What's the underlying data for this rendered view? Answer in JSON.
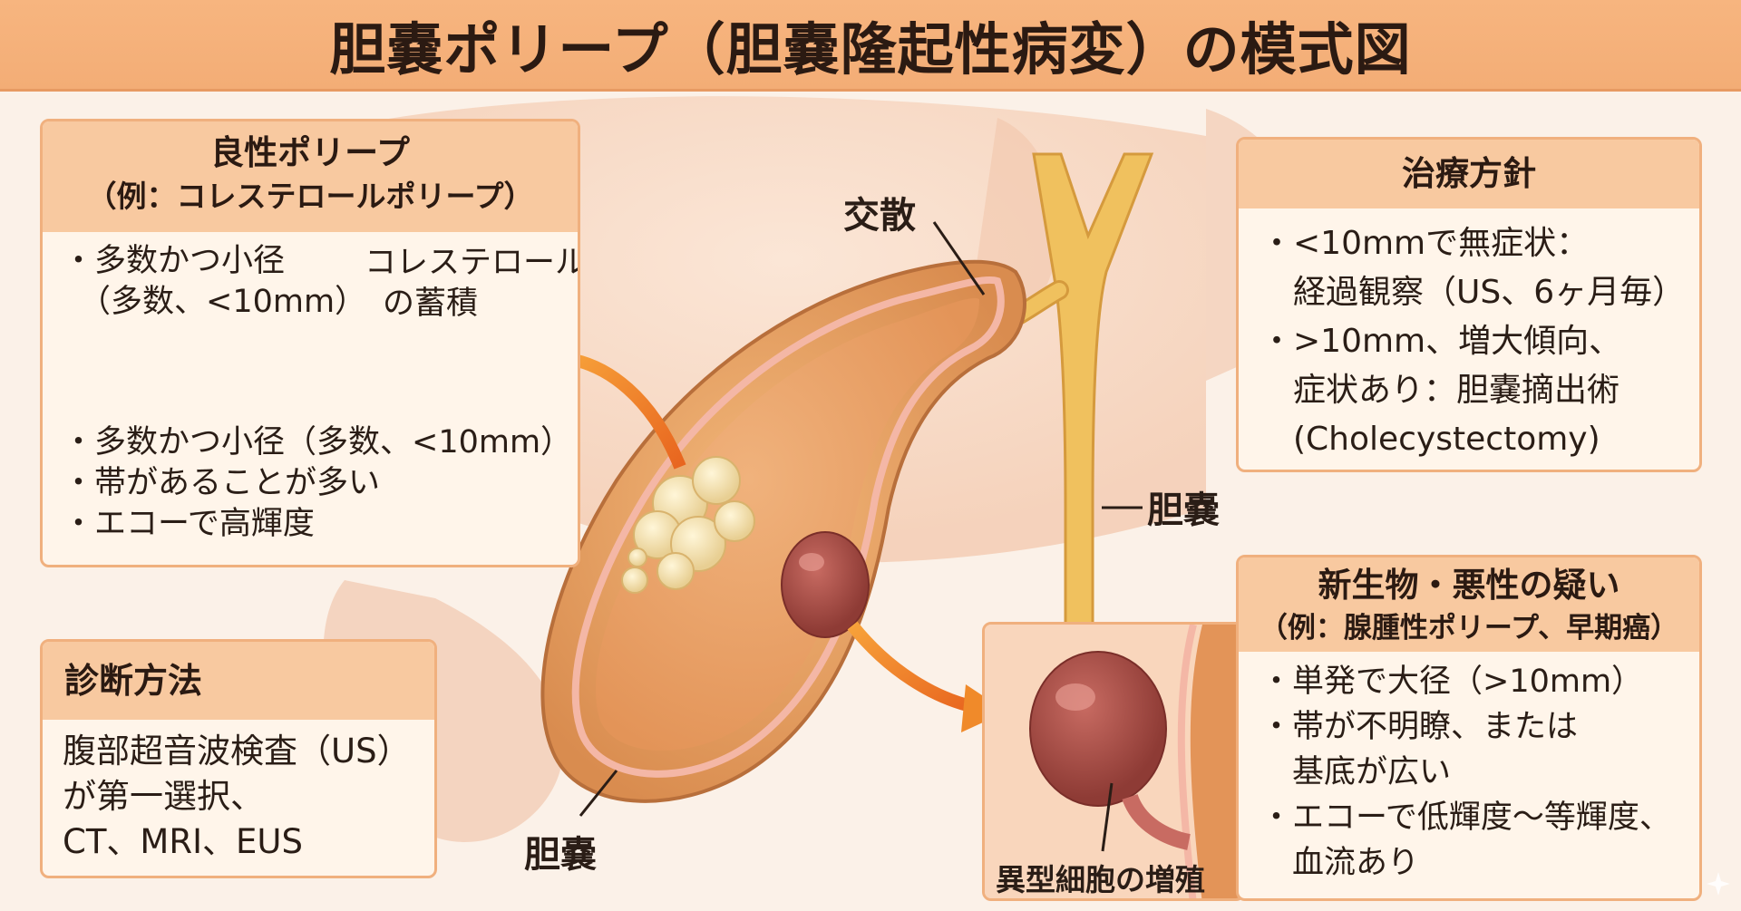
{
  "title": "胆嚢ポリープ（胆嚢隆起性病変）の模式図",
  "benign": {
    "heading": "良性ポリープ",
    "subheading": "（例：コレステロールポリープ）",
    "bullet_top_1": "・多数かつ小径",
    "bullet_top_2": "（多数、<10mm）",
    "callout_1": "コレステロール",
    "callout_2": "の蓄積",
    "bullets": [
      "・多数かつ小径（多数、<10mm）",
      "・帯があることが多い",
      "・エコーで高輝度"
    ]
  },
  "diagnosis": {
    "heading": "診断方法",
    "lines": [
      "腹部超音波検査（US）",
      "が第一選択、",
      "CT、MRI、EUS"
    ]
  },
  "treatment": {
    "heading": "治療方針",
    "lines": [
      "・<10mmで無症状：",
      "　経過観察（US、6ヶ月毎）",
      "・>10mm、増大傾向、",
      "　症状あり：胆嚢摘出術",
      "　(Cholecystectomy)"
    ]
  },
  "malignant": {
    "heading": "新生物・悪性の疑い",
    "subheading": "（例：腺腫性ポリープ、早期癌）",
    "lines": [
      "・単発で大径（>10mm）",
      "・帯が不明瞭、または",
      "　基底が広い",
      "・エコーで低輝度〜等輝度、",
      "　血流あり"
    ]
  },
  "labels": {
    "neck": "交散",
    "duct": "胆嚢",
    "gallbladder": "胆嚢",
    "atypical": "異型細胞の増殖"
  },
  "colors": {
    "title_bg": "#f3ad76",
    "panel_header": "#f8c9a0",
    "panel_border": "#f0b07e",
    "arrow": "#f08a2a",
    "gallbladder": "#e9a267"
  }
}
